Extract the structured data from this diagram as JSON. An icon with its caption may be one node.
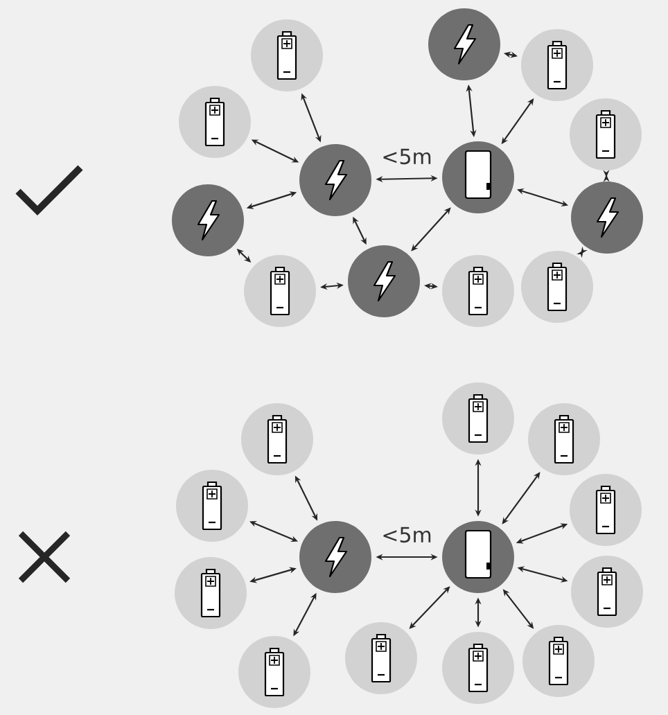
{
  "diagram": {
    "nodes": [
      {
        "text": [],
        "shape": "battery"
      },
      {
        "text": [],
        "shape": "battery"
      },
      {
        "text": [],
        "shape": "bolt"
      },
      {
        "text": [],
        "shape": "bolt"
      },
      {
        "text": [],
        "shape": "battery"
      },
      {
        "text": [],
        "shape": "bolt"
      },
      {
        "text": [],
        "shape": "battery"
      },
      {
        "text": [],
        "shape": "device"
      },
      {
        "text": [],
        "shape": "bolt"
      },
      {
        "text": [],
        "shape": "battery"
      },
      {
        "text": [],
        "shape": "battery"
      },
      {
        "text": [],
        "shape": "bolt"
      },
      {
        "text": [],
        "shape": "battery"
      },
      {
        "text": [],
        "shape": "battery"
      },
      {
        "text": [],
        "shape": "battery"
      },
      {
        "text": [],
        "shape": "bolt"
      },
      {
        "text": [],
        "shape": "battery"
      },
      {
        "text": [],
        "shape": "battery"
      },
      {
        "text": [],
        "shape": "battery"
      },
      {
        "text": [],
        "shape": "device"
      },
      {
        "text": [],
        "shape": "battery"
      },
      {
        "text": [],
        "shape": "battery"
      },
      {
        "text": [],
        "shape": "battery"
      },
      {
        "text": [],
        "shape": "battery"
      },
      {
        "text": [],
        "shape": "battery"
      },
      {
        "text": [],
        "shape": "battery"
      }
    ],
    "edges": [
      {
        "from": 0,
        "to": 2,
        "arrow": "both"
      },
      {
        "from": 1,
        "to": 2,
        "arrow": "both"
      },
      {
        "from": 3,
        "to": 2,
        "arrow": "both"
      },
      {
        "from": 3,
        "to": 4,
        "arrow": "both"
      },
      {
        "from": 4,
        "to": 5,
        "arrow": "both"
      },
      {
        "from": 2,
        "to": 5,
        "arrow": "both"
      },
      {
        "from": 2,
        "to": 7,
        "arrow": "both",
        "label": "<5m"
      },
      {
        "from": 5,
        "to": 7,
        "arrow": "both"
      },
      {
        "from": 5,
        "to": 6,
        "arrow": "both"
      },
      {
        "from": 7,
        "to": 8,
        "arrow": "both"
      },
      {
        "from": 8,
        "to": 9,
        "arrow": "both"
      },
      {
        "from": 7,
        "to": 9,
        "arrow": "both"
      },
      {
        "from": 7,
        "to": 11,
        "arrow": "both"
      },
      {
        "from": 10,
        "to": 11,
        "arrow": "both"
      },
      {
        "from": 11,
        "to": 12,
        "arrow": "both"
      },
      {
        "from": 13,
        "to": 15,
        "arrow": "both"
      },
      {
        "from": 14,
        "to": 15,
        "arrow": "both"
      },
      {
        "from": 16,
        "to": 15,
        "arrow": "both"
      },
      {
        "from": 17,
        "to": 15,
        "arrow": "both"
      },
      {
        "from": 15,
        "to": 19,
        "arrow": "both",
        "label": "<5m"
      },
      {
        "from": 20,
        "to": 19,
        "arrow": "both"
      },
      {
        "from": 21,
        "to": 19,
        "arrow": "both"
      },
      {
        "from": 22,
        "to": 19,
        "arrow": "both"
      },
      {
        "from": 23,
        "to": 19,
        "arrow": "both"
      },
      {
        "from": 24,
        "to": 19,
        "arrow": "both"
      },
      {
        "from": 25,
        "to": 19,
        "arrow": "both"
      },
      {
        "from": 18,
        "to": 19,
        "arrow": "both"
      }
    ]
  }
}
